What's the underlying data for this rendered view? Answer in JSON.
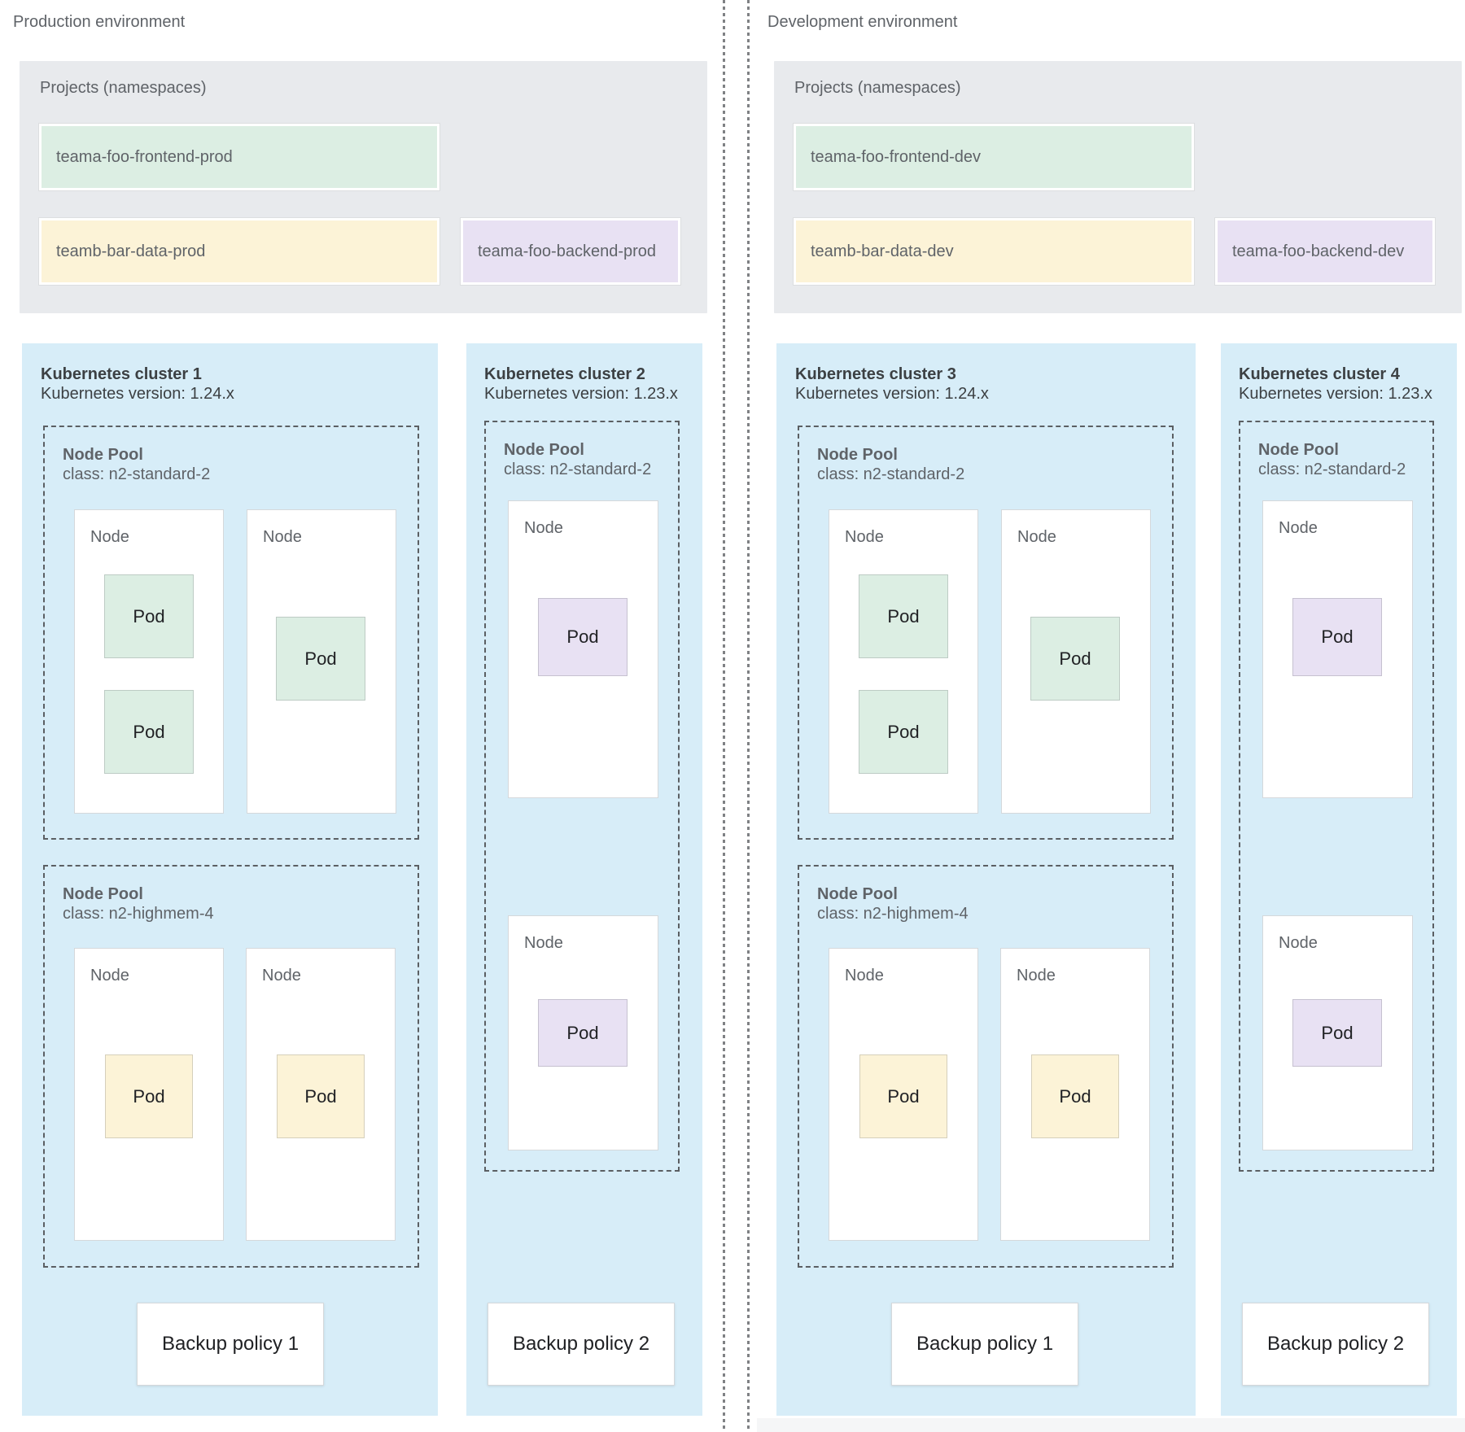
{
  "colors": {
    "panel_bg": "#e8eaed",
    "cluster_bg": "#d7edf8",
    "green": "#dceee3",
    "yellow": "#fcf3d7",
    "purple": "#e8e1f3",
    "bottom_strip": "#f5f6f7"
  },
  "environments": [
    {
      "label": "Production environment",
      "projects": {
        "title": "Projects (namespaces)",
        "namespaces": [
          {
            "name": "teama-foo-frontend-prod",
            "color": "green"
          },
          {
            "name": "teamb-bar-data-prod",
            "color": "yellow"
          },
          {
            "name": "teama-foo-backend-prod",
            "color": "purple"
          }
        ]
      },
      "clusters": [
        {
          "title": "Kubernetes cluster 1",
          "version": "Kubernetes version: 1.24.x",
          "node_pools": [
            {
              "title": "Node Pool",
              "class": "class: n2-standard-2",
              "nodes": [
                {
                  "label": "Node",
                  "pods": [
                    {
                      "label": "Pod",
                      "color": "green"
                    },
                    {
                      "label": "Pod",
                      "color": "green"
                    }
                  ]
                },
                {
                  "label": "Node",
                  "pods": [
                    {
                      "label": "Pod",
                      "color": "green"
                    }
                  ]
                }
              ]
            },
            {
              "title": "Node Pool",
              "class": "class: n2-highmem-4",
              "nodes": [
                {
                  "label": "Node",
                  "pods": [
                    {
                      "label": "Pod",
                      "color": "yellow"
                    }
                  ]
                },
                {
                  "label": "Node",
                  "pods": [
                    {
                      "label": "Pod",
                      "color": "yellow"
                    }
                  ]
                }
              ]
            }
          ],
          "backup_policy": "Backup policy 1"
        },
        {
          "title": "Kubernetes cluster 2",
          "version": "Kubernetes version: 1.23.x",
          "node_pools": [
            {
              "title": "Node Pool",
              "class": "class: n2-standard-2",
              "nodes": [
                {
                  "label": "Node",
                  "pods": [
                    {
                      "label": "Pod",
                      "color": "purple"
                    }
                  ]
                },
                {
                  "label": "Node",
                  "pods": [
                    {
                      "label": "Pod",
                      "color": "purple"
                    }
                  ]
                }
              ]
            }
          ],
          "backup_policy": "Backup policy 2"
        }
      ]
    },
    {
      "label": "Development environment",
      "projects": {
        "title": "Projects (namespaces)",
        "namespaces": [
          {
            "name": "teama-foo-frontend-dev",
            "color": "green"
          },
          {
            "name": "teamb-bar-data-dev",
            "color": "yellow"
          },
          {
            "name": "teama-foo-backend-dev",
            "color": "purple"
          }
        ]
      },
      "clusters": [
        {
          "title": "Kubernetes cluster 3",
          "version": "Kubernetes version: 1.24.x",
          "node_pools": [
            {
              "title": "Node Pool",
              "class": "class: n2-standard-2",
              "nodes": [
                {
                  "label": "Node",
                  "pods": [
                    {
                      "label": "Pod",
                      "color": "green"
                    },
                    {
                      "label": "Pod",
                      "color": "green"
                    }
                  ]
                },
                {
                  "label": "Node",
                  "pods": [
                    {
                      "label": "Pod",
                      "color": "green"
                    }
                  ]
                }
              ]
            },
            {
              "title": "Node Pool",
              "class": "class: n2-highmem-4",
              "nodes": [
                {
                  "label": "Node",
                  "pods": [
                    {
                      "label": "Pod",
                      "color": "yellow"
                    }
                  ]
                },
                {
                  "label": "Node",
                  "pods": [
                    {
                      "label": "Pod",
                      "color": "yellow"
                    }
                  ]
                }
              ]
            }
          ],
          "backup_policy": "Backup policy 1"
        },
        {
          "title": "Kubernetes cluster 4",
          "version": "Kubernetes version: 1.23.x",
          "node_pools": [
            {
              "title": "Node Pool",
              "class": "class: n2-standard-2",
              "nodes": [
                {
                  "label": "Node",
                  "pods": [
                    {
                      "label": "Pod",
                      "color": "purple"
                    }
                  ]
                },
                {
                  "label": "Node",
                  "pods": [
                    {
                      "label": "Pod",
                      "color": "purple"
                    }
                  ]
                }
              ]
            }
          ],
          "backup_policy": "Backup policy 2"
        }
      ]
    }
  ]
}
